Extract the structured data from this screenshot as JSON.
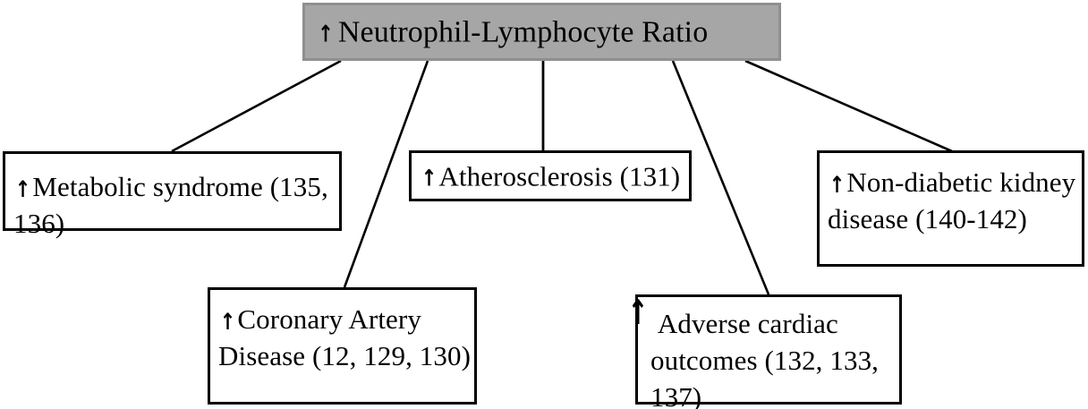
{
  "diagram": {
    "type": "flowchart",
    "title_node": {
      "id": "nlr",
      "arrow": "↑",
      "label": "Neutrophil-Lymphocyte Ratio",
      "fill": "#a6a6a6",
      "border": "#8f8f8f"
    },
    "nodes": [
      {
        "id": "metabolic-syndrome",
        "arrow": "↑",
        "label": "Metabolic syndrome (135, 136)",
        "references": [
          "135",
          "136"
        ]
      },
      {
        "id": "coronary-artery-disease",
        "arrow": "↑",
        "label": "Coronary Artery Disease (12, 129, 130)",
        "references": [
          "12",
          "129",
          "130"
        ]
      },
      {
        "id": "atherosclerosis",
        "arrow": "↑",
        "label": "Atherosclerosis (131)",
        "references": [
          "131"
        ]
      },
      {
        "id": "adverse-cardiac-outcomes",
        "arrow": "↑",
        "label": " Adverse cardiac outcomes (132, 133, 137)",
        "references": [
          "132",
          "133",
          "137"
        ]
      },
      {
        "id": "non-diabetic-kidney-disease",
        "arrow": "↑",
        "label": "Non-diabetic kidney disease (140-142)",
        "references": [
          "140",
          "141",
          "142"
        ]
      }
    ],
    "edges": [
      {
        "from": "nlr",
        "to": "metabolic-syndrome"
      },
      {
        "from": "nlr",
        "to": "coronary-artery-disease"
      },
      {
        "from": "nlr",
        "to": "atherosclerosis"
      },
      {
        "from": "nlr",
        "to": "adverse-cardiac-outcomes"
      },
      {
        "from": "nlr",
        "to": "non-diabetic-kidney-disease"
      }
    ],
    "colors": {
      "line": "#000000",
      "text": "#000000",
      "node_fill": "#ffffff",
      "node_border": "#000000",
      "root_fill": "#a6a6a6",
      "background": "#ffffff"
    }
  }
}
